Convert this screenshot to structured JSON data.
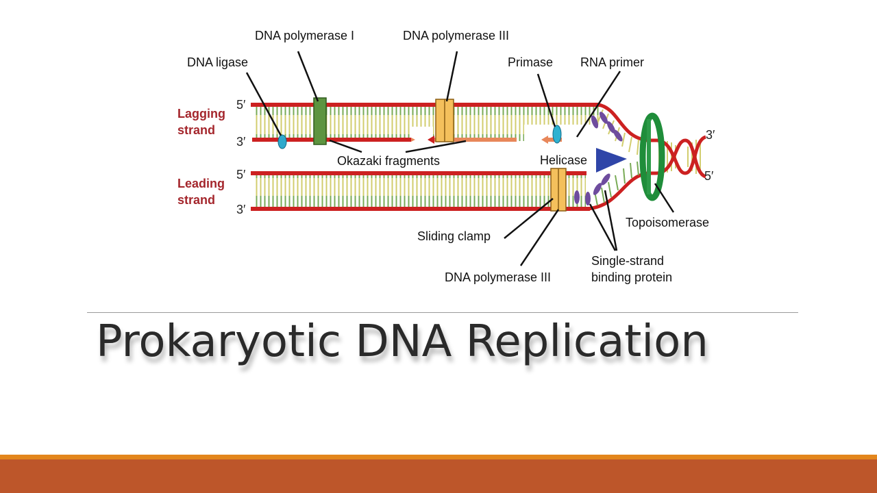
{
  "diagram": {
    "labels": {
      "dna_polymerase_1": "DNA polymerase I",
      "dna_polymerase_3_top": "DNA polymerase III",
      "dna_ligase": "DNA ligase",
      "primase": "Primase",
      "rna_primer": "RNA primer",
      "okazaki_fragments": "Okazaki fragments",
      "helicase": "Helicase",
      "topoisomerase": "Topoisomerase",
      "sliding_clamp": "Sliding clamp",
      "dna_polymerase_3_bottom": "DNA polymerase III",
      "ssb_line1": "Single-strand",
      "ssb_line2": "binding protein"
    },
    "strands": {
      "lagging_line1": "Lagging",
      "lagging_line2": "strand",
      "leading_line1": "Leading",
      "leading_line2": "strand"
    },
    "ends": {
      "lagging_top": "5′",
      "lagging_bottom": "3′",
      "leading_top": "5′",
      "leading_bottom": "3′",
      "right_top": "3′",
      "right_bottom": "5′"
    }
  },
  "slide": {
    "title": "Prokaryotic DNA Replication"
  },
  "colors": {
    "backbone": "#cc2121",
    "base_yellow": "#d2cd6e",
    "base_green": "#78aa55",
    "primer": "#e8875a",
    "polymerase_1": "#5d9440",
    "polymerase_3": "#f4c05c",
    "ssb": "#6e4c9e",
    "helicase": "#2f45a8",
    "primase": "#2fb2d1",
    "topoisomerase": "#1f8d3a",
    "strand_label": "#a4262c",
    "footer_orange": "#e3861c",
    "footer_rust": "#bd562a"
  }
}
